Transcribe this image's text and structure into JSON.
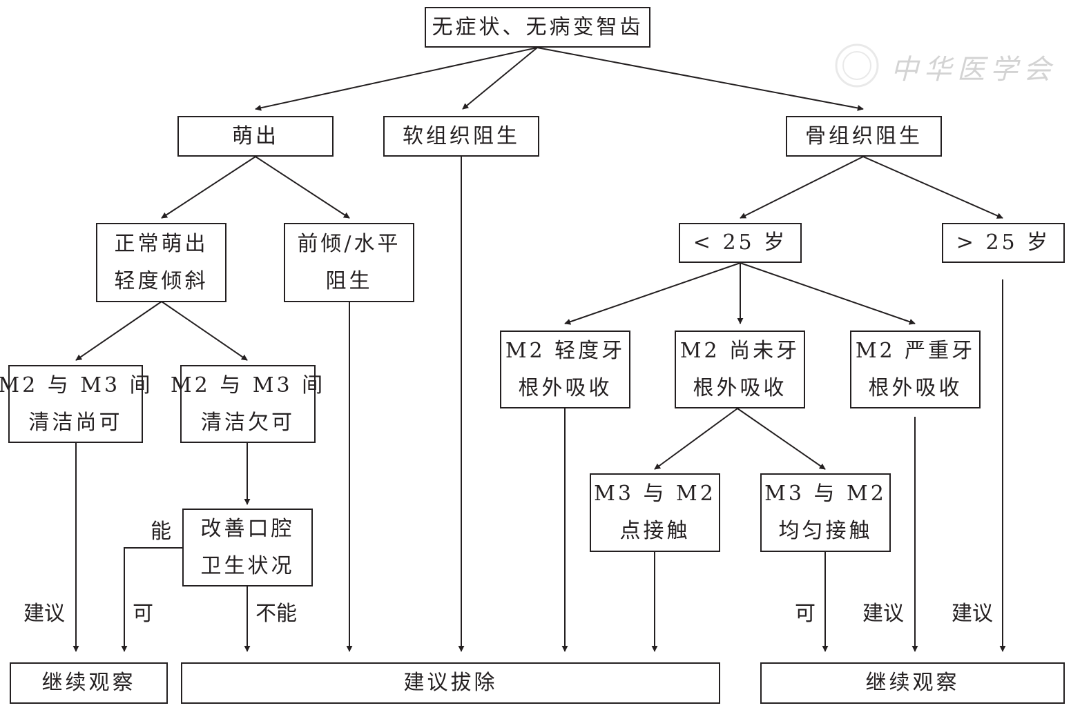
{
  "nodes": {
    "root": {
      "lines": [
        "无症状、无病变智齿"
      ]
    },
    "erupted": {
      "lines": [
        "萌出"
      ]
    },
    "soft_impacted": {
      "lines": [
        "软组织阻生"
      ]
    },
    "bone_impacted": {
      "lines": [
        "骨组织阻生"
      ]
    },
    "normal_erupted": {
      "lines": [
        "正常萌出",
        "轻度倾斜"
      ]
    },
    "mesio_horizontal": {
      "lines": [
        "前倾/水平",
        "阻生"
      ]
    },
    "under25": {
      "lines": [
        "< 25 岁"
      ]
    },
    "over25": {
      "lines": [
        "> 25 岁"
      ]
    },
    "m2m3_clean_ok": {
      "lines": [
        "M2 与 M3 间",
        "清洁尚可"
      ]
    },
    "m2m3_clean_poor": {
      "lines": [
        "M2 与 M3 间",
        "清洁欠可"
      ]
    },
    "improve_hygiene": {
      "lines": [
        "改善口腔",
        "卫生状况"
      ]
    },
    "m2_mild_resorption": {
      "lines": [
        "M2 轻度牙",
        "根外吸收"
      ]
    },
    "m2_no_resorption": {
      "lines": [
        "M2 尚未牙",
        "根外吸收"
      ]
    },
    "m2_severe_resorption": {
      "lines": [
        "M2 严重牙",
        "根外吸收"
      ]
    },
    "m3m2_point_contact": {
      "lines": [
        "M3 与 M2",
        "点接触"
      ]
    },
    "m3m2_even_contact": {
      "lines": [
        "M3 与 M2",
        "均匀接触"
      ]
    },
    "observe_left": {
      "lines": [
        "继续观察"
      ]
    },
    "extract": {
      "lines": [
        "建议拔除"
      ]
    },
    "observe_right": {
      "lines": [
        "继续观察"
      ]
    }
  },
  "edge_labels": {
    "can": "能",
    "suggest_1": "建议",
    "ok_1": "可",
    "cannot": "不能",
    "ok_2": "可",
    "suggest_2": "建议",
    "suggest_3": "建议"
  },
  "watermark": {
    "text": "中华医学会"
  }
}
